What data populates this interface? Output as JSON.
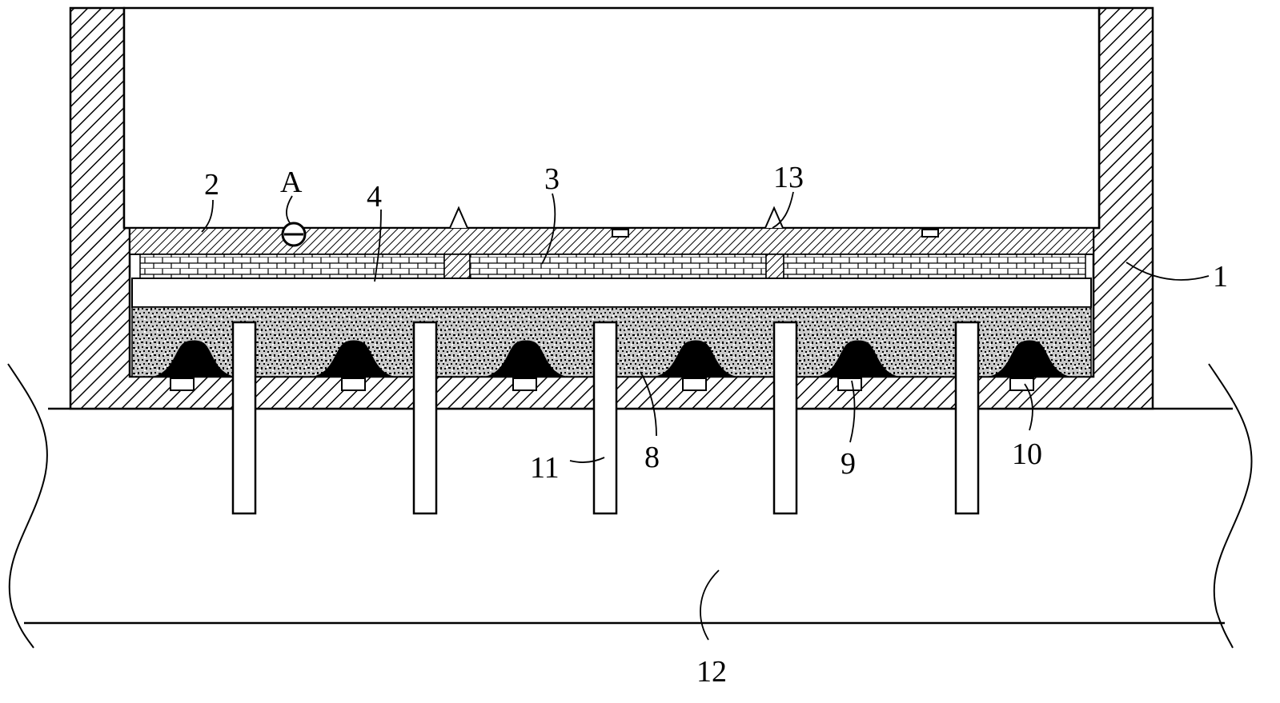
{
  "figure": {
    "labels": {
      "l1": "1",
      "l2": "2",
      "lA": "A",
      "l4": "4",
      "l3": "3",
      "l13": "13",
      "l11": "11",
      "l8": "8",
      "l9": "9",
      "l10": "10",
      "l12": "12"
    }
  }
}
